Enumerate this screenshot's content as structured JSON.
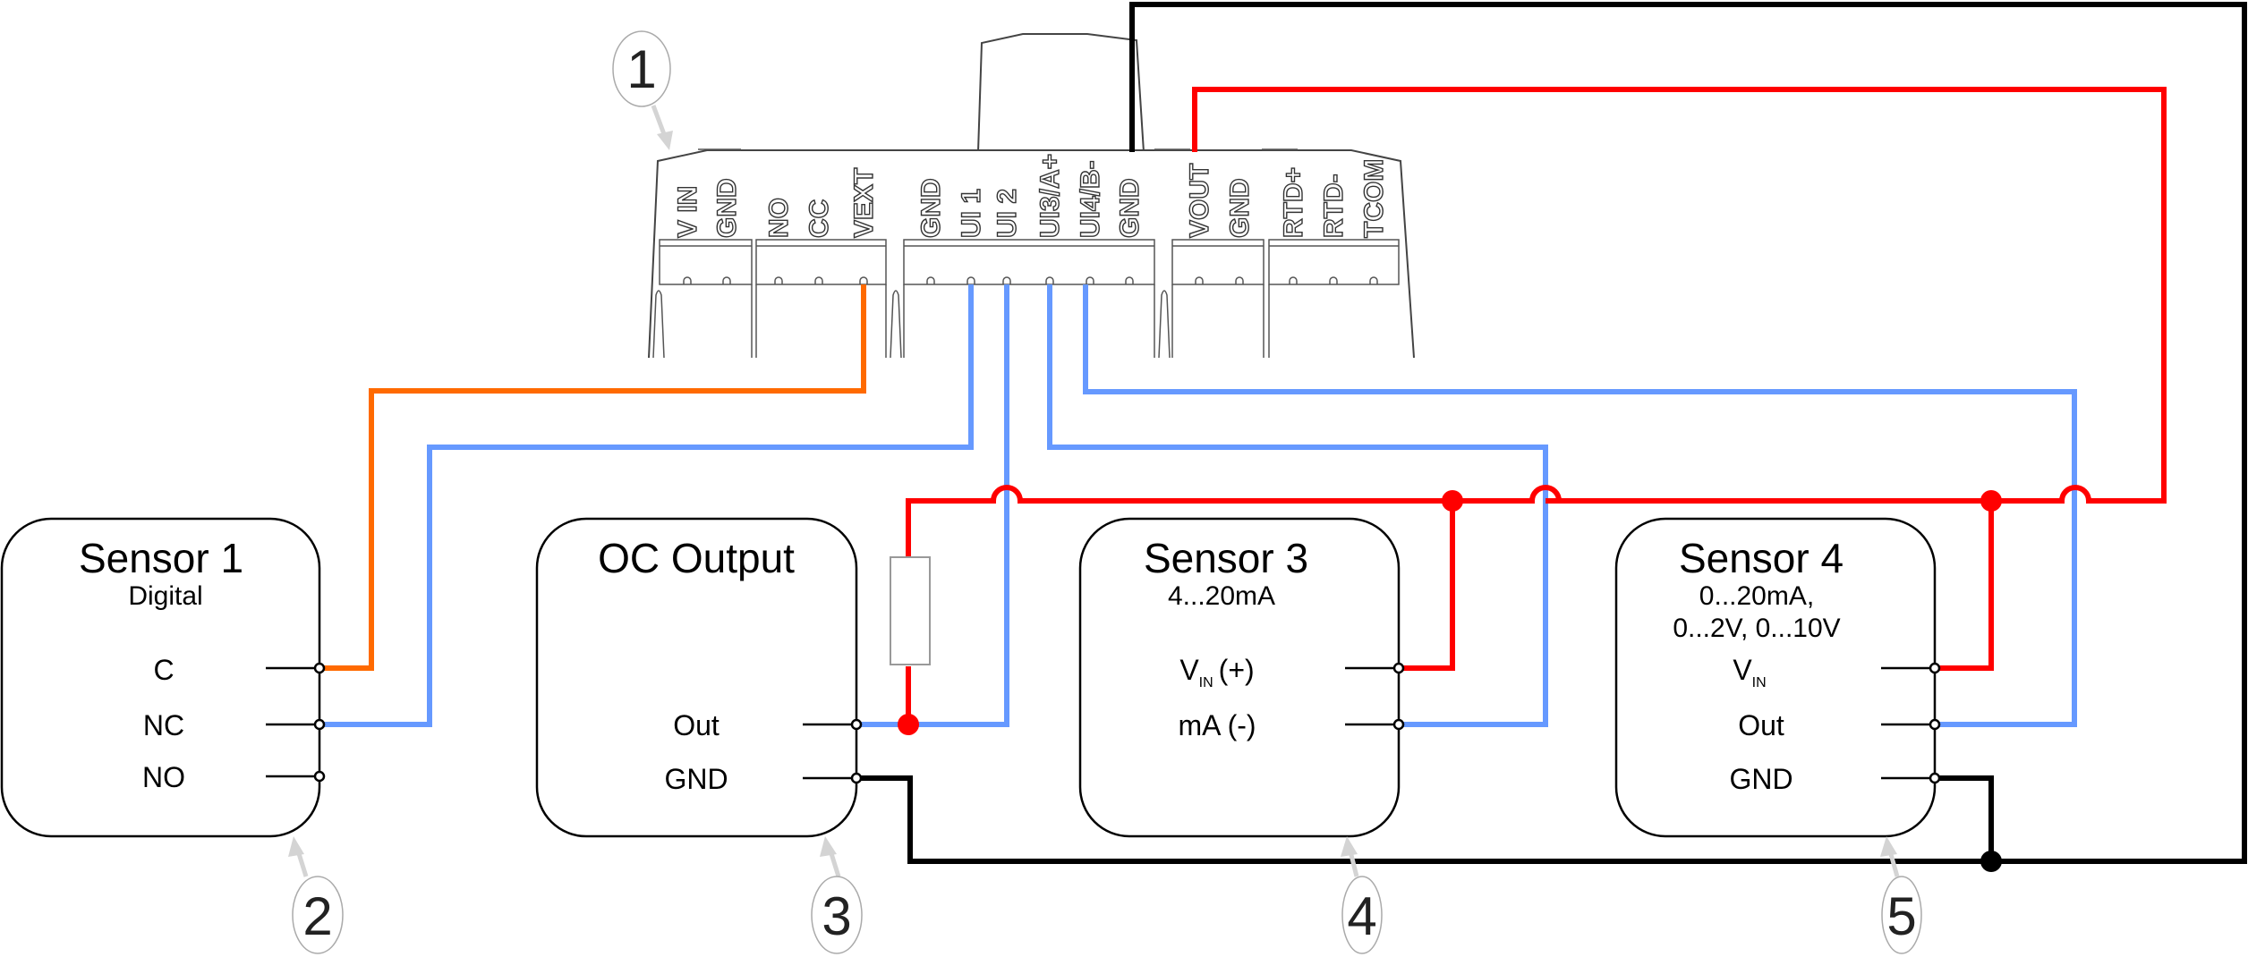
{
  "diagram": {
    "title": "Sensor wiring diagram",
    "colors": {
      "digital_input": "#ff6a00",
      "signal": "#6699ff",
      "supply_vout": "#ff0000",
      "ground": "#000000"
    }
  },
  "device": {
    "callout": "1",
    "terminal_blocks": [
      {
        "terminals": [
          "V IN",
          "GND"
        ]
      },
      {
        "terminals": [
          "NO",
          "CC",
          "VEXT"
        ]
      },
      {
        "terminals": [
          "GND",
          "UI 1",
          "UI 2",
          "UI3/A+",
          "UI4/B-",
          "GND"
        ]
      },
      {
        "terminals": [
          "VOUT",
          "GND"
        ]
      },
      {
        "terminals": [
          "RTD+",
          "RTD-",
          "TCOM"
        ]
      }
    ]
  },
  "sensors": [
    {
      "callout": "2",
      "title": "Sensor 1",
      "subtitle": [
        "Digital"
      ],
      "pins": [
        "C",
        "NC",
        "NO"
      ]
    },
    {
      "callout": "3",
      "title": "OC Output",
      "subtitle": [],
      "pins": [
        "Out",
        "GND"
      ]
    },
    {
      "callout": "4",
      "title": "Sensor 3",
      "subtitle": [
        "4...20mA"
      ],
      "pins": [
        {
          "main": "V",
          "sub": "IN",
          "suffix": "(+)"
        },
        "mA (-)"
      ]
    },
    {
      "callout": "5",
      "title": "Sensor 4",
      "subtitle": [
        "0...20mA,",
        "0...2V, 0...10V"
      ],
      "pins": [
        {
          "main": "V",
          "sub": "IN",
          "suffix": ""
        },
        "Out",
        "GND"
      ]
    }
  ],
  "connections": [
    {
      "from": "VEXT",
      "to": "Sensor 1 C",
      "color": "orange"
    },
    {
      "from": "UI 1",
      "to": "Sensor 1 NC",
      "color": "blue"
    },
    {
      "from": "UI 2",
      "to": "OC Output Out",
      "color": "blue"
    },
    {
      "from": "UI3/A+",
      "to": "Sensor 3 mA (-)",
      "color": "blue"
    },
    {
      "from": "UI4/B-",
      "to": "Sensor 4 Out",
      "color": "blue"
    },
    {
      "from": "VOUT",
      "to": "Sensor 3 VIN, Sensor 4 VIN, pull-up resistor",
      "color": "red"
    },
    {
      "from": "GND",
      "to": "OC Output GND, Sensor 4 GND",
      "color": "black"
    }
  ]
}
